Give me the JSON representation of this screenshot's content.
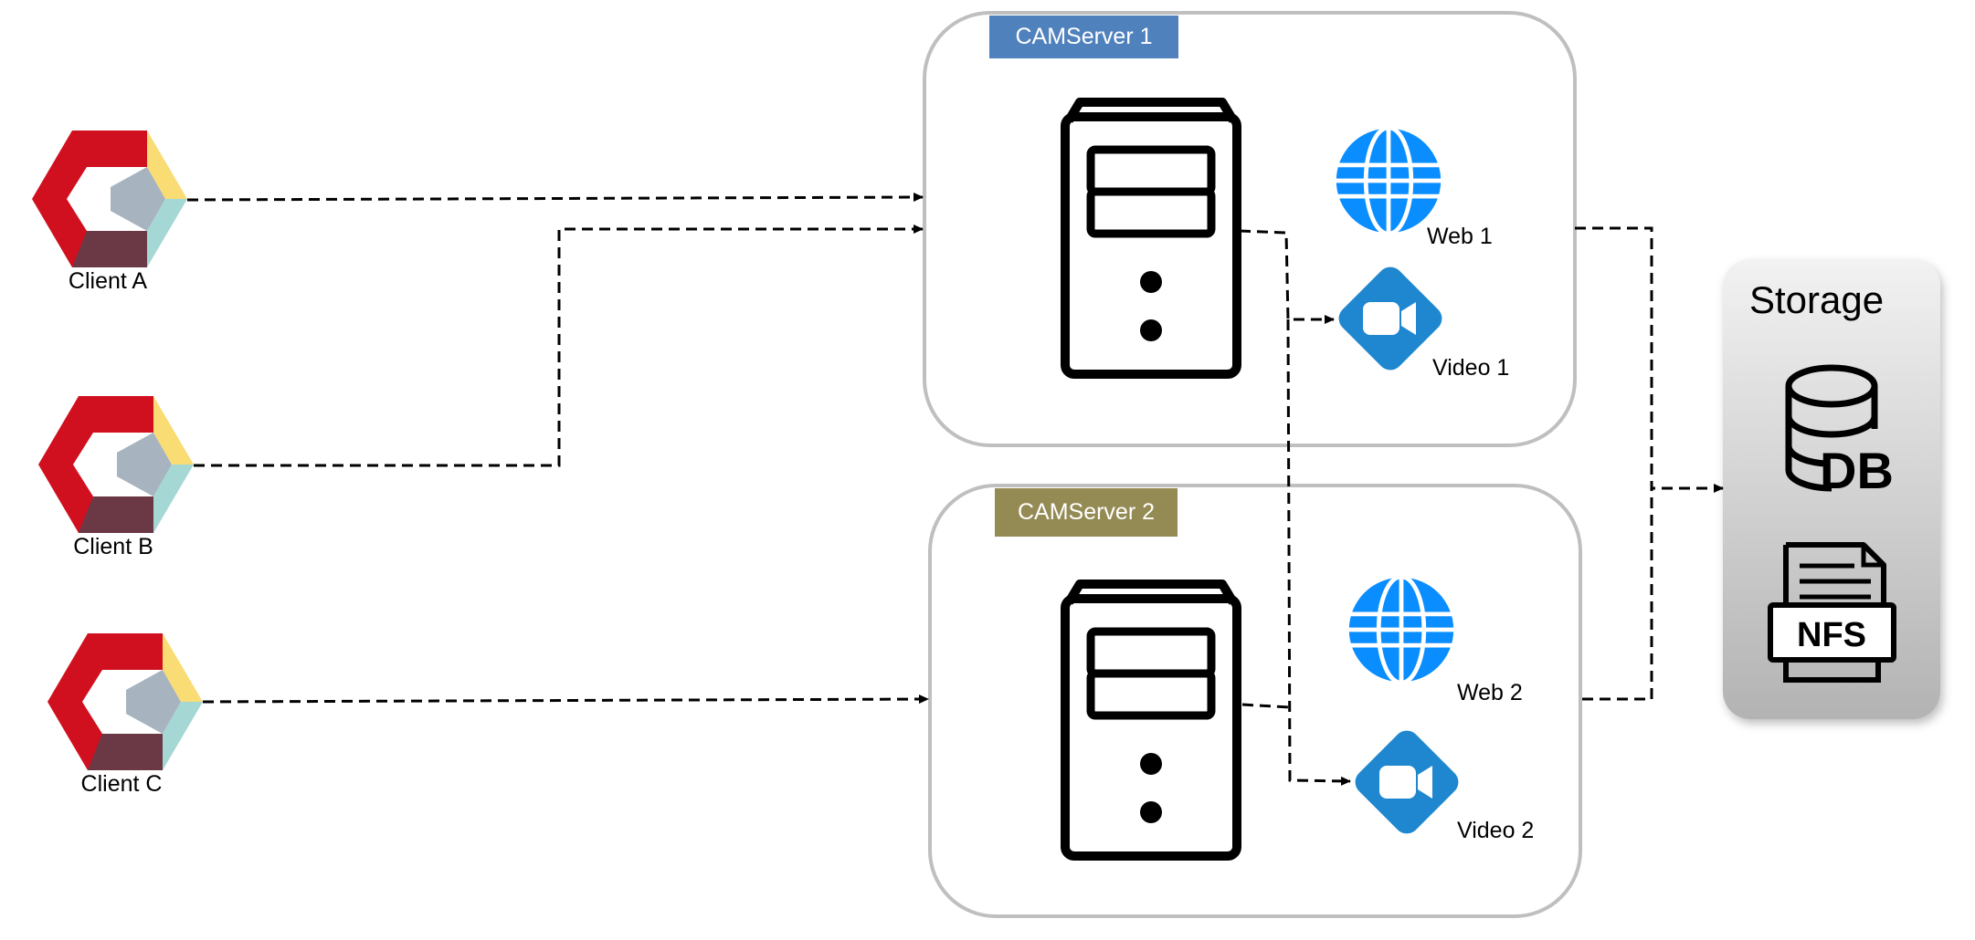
{
  "clients": [
    {
      "label": "Client A"
    },
    {
      "label": "Client B"
    },
    {
      "label": "Client C"
    }
  ],
  "servers": [
    {
      "label": "CAMServer 1",
      "tag_color": "#4f81bd",
      "web_label": "Web 1",
      "video_label": "Video 1"
    },
    {
      "label": "CAMServer 2",
      "tag_color": "#948a54",
      "web_label": "Web 2",
      "video_label": "Video 2"
    }
  ],
  "storage": {
    "title": "Storage",
    "db_label": "DB",
    "nfs_label": "NFS"
  },
  "colors": {
    "client_red": "#d0101e",
    "client_yellow": "#f9dc73",
    "client_teal": "#a5d8d4",
    "client_gray": "#a7b4c0",
    "client_maroon": "#6b3845",
    "web_blue": "#0a8eff",
    "video_blue": "#1f87d0",
    "box_border": "#bfbfbf"
  }
}
